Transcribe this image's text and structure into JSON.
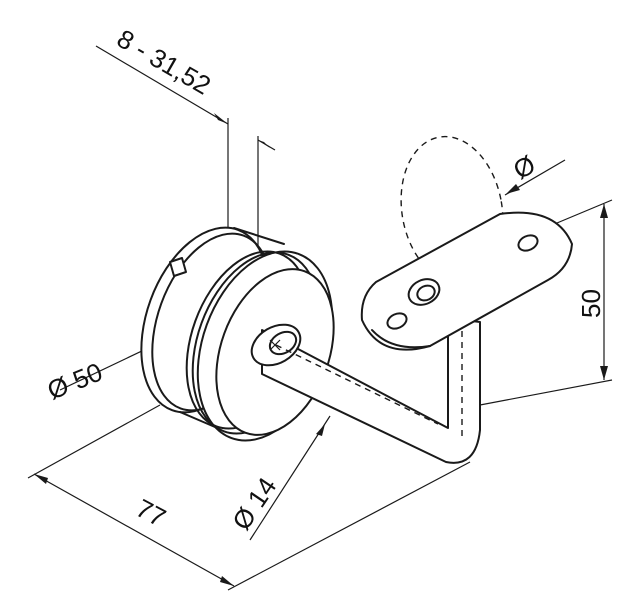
{
  "dimensions": {
    "glass_range": "8 - 31,52",
    "diameter_blank": "Ø",
    "height": "50",
    "diameter_base": "Ø 50",
    "diameter_rod": "Ø 14",
    "length": "77"
  }
}
